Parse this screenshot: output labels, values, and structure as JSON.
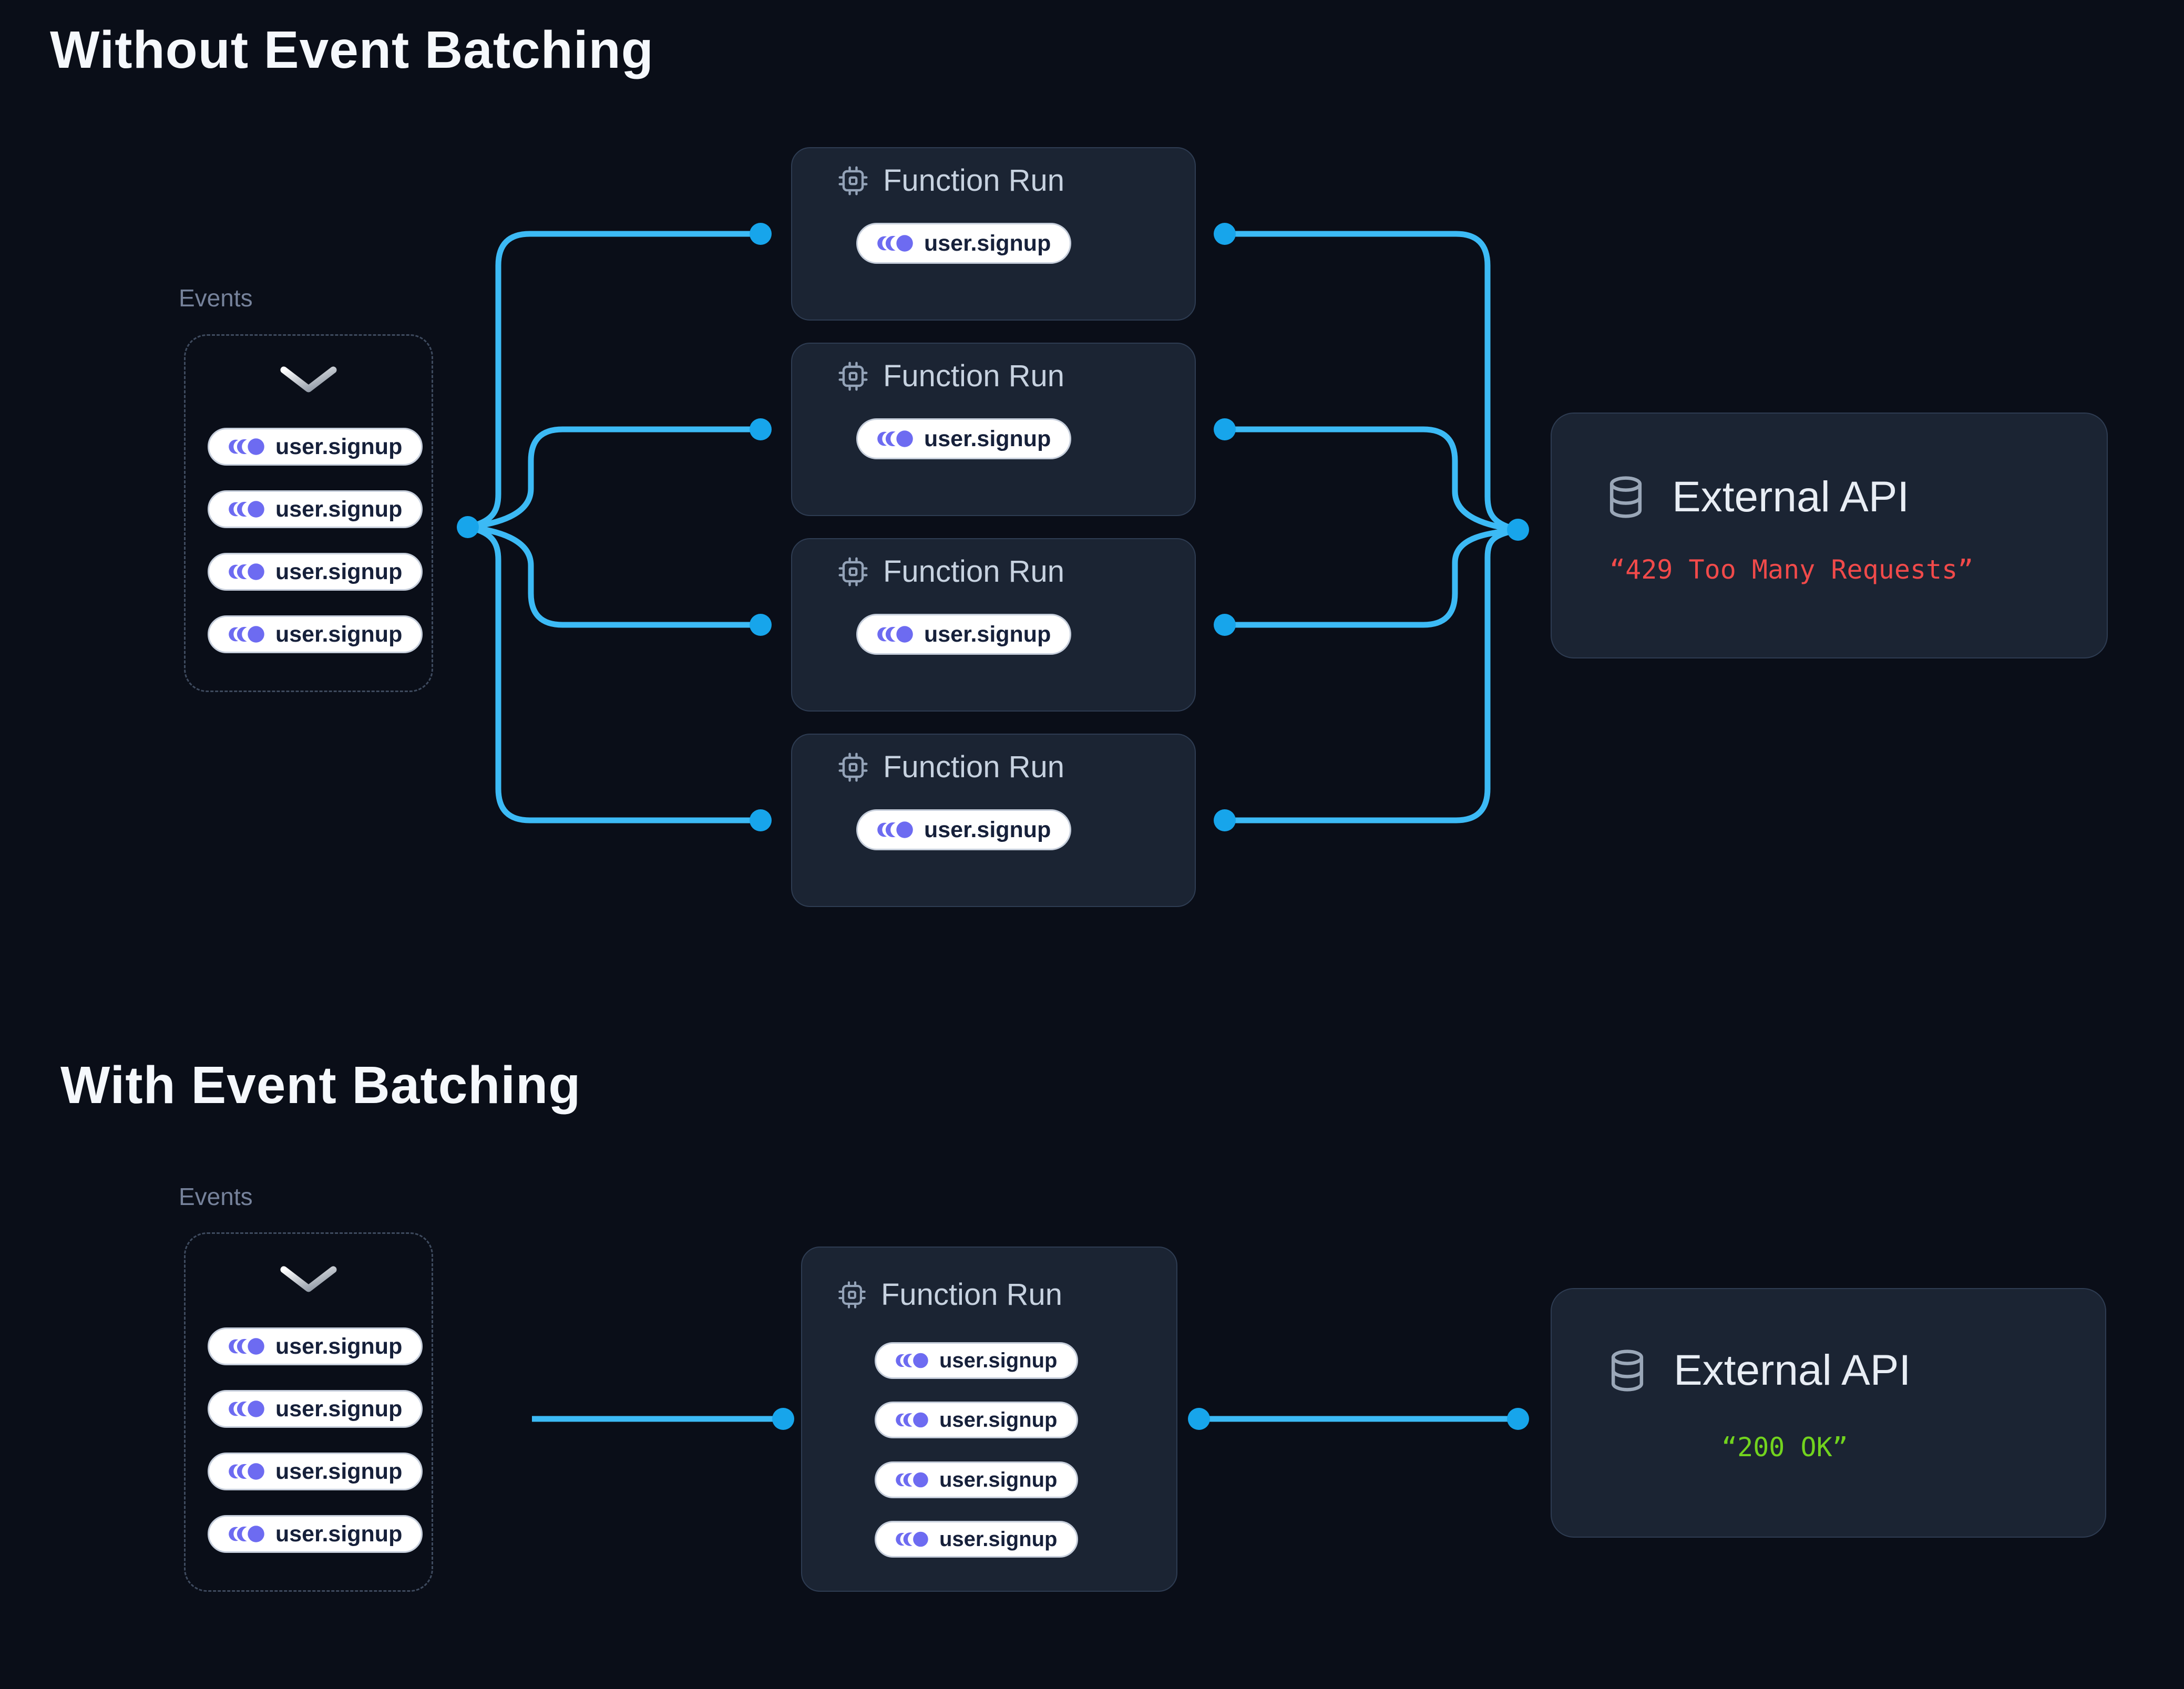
{
  "colors": {
    "background": "#0A0E18",
    "line_blue": "#3CBAF5",
    "dot_blue": "#17A5EB",
    "event_purple": "#6D6BF1",
    "error_red": "#F14A4A",
    "success_green": "#72D41E"
  },
  "without": {
    "title": "Without Event Batching",
    "events_label": "Events",
    "event_pills": [
      "user.signup",
      "user.signup",
      "user.signup",
      "user.signup"
    ],
    "runs": [
      {
        "title": "Function Run",
        "pill": "user.signup"
      },
      {
        "title": "Function Run",
        "pill": "user.signup"
      },
      {
        "title": "Function Run",
        "pill": "user.signup"
      },
      {
        "title": "Function Run",
        "pill": "user.signup"
      }
    ],
    "api": {
      "title": "External API",
      "status": "“429 Too Many Requests”"
    }
  },
  "with": {
    "title": "With Event Batching",
    "events_label": "Events",
    "event_pills": [
      "user.signup",
      "user.signup",
      "user.signup",
      "user.signup"
    ],
    "runs": [
      {
        "title": "Function Run",
        "pills": [
          "user.signup",
          "user.signup",
          "user.signup",
          "user.signup"
        ]
      }
    ],
    "api": {
      "title": "External API",
      "status": "“200 OK”"
    }
  },
  "icons": {
    "event": "event-stream-icon",
    "chevron": "chevron-down-icon",
    "cpu": "cpu-icon",
    "database": "database-icon"
  }
}
